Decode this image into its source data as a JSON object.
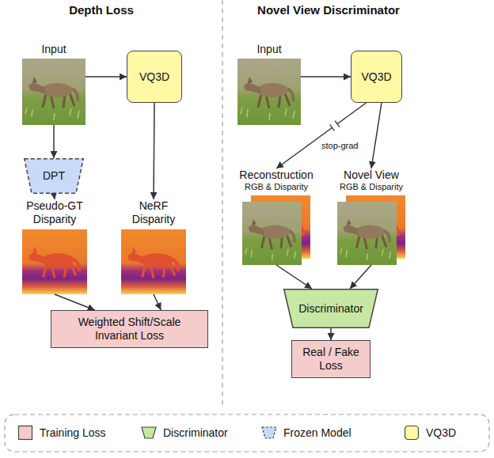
{
  "diagram": {
    "nodes": [
      {
        "text": [
          "Input"
        ]
      },
      {
        "text": [
          "VQ3D"
        ]
      },
      {
        "text": [
          "DPT"
        ]
      },
      {
        "text": [
          "Pseudo-GT Disparity"
        ]
      },
      {
        "text": [
          "NeRF Disparity"
        ]
      },
      {
        "text": [
          "Weighted Shift/Scale Invariant Loss"
        ]
      },
      {
        "text": [
          "Input"
        ]
      },
      {
        "text": [
          "VQ3D"
        ]
      },
      {
        "text": [
          "Reconstruction",
          "RGB & Disparity"
        ]
      },
      {
        "text": [
          "Novel View",
          "RGB & Disparity"
        ]
      },
      {
        "text": [
          "Discriminator"
        ]
      },
      {
        "text": [
          "Real / Fake Loss"
        ]
      }
    ],
    "edges": [
      {
        "from": 0,
        "to": 1,
        "arrow": "to"
      },
      {
        "from": 0,
        "to": 2,
        "arrow": "to"
      },
      {
        "from": 2,
        "to": 3,
        "arrow": "to"
      },
      {
        "from": 1,
        "to": 4,
        "arrow": "to"
      },
      {
        "from": 3,
        "to": 5,
        "arrow": "to"
      },
      {
        "from": 4,
        "to": 5,
        "arrow": "to"
      },
      {
        "from": 6,
        "to": 7,
        "arrow": "to"
      },
      {
        "from": 7,
        "to": 8,
        "label": "stop-grad",
        "arrow": "to"
      },
      {
        "from": 7,
        "to": 9,
        "arrow": "to"
      },
      {
        "from": 8,
        "to": 10,
        "arrow": "to"
      },
      {
        "from": 9,
        "to": 10,
        "arrow": "to"
      },
      {
        "from": 10,
        "to": 11,
        "arrow": "to"
      }
    ],
    "labels": [
      "Depth Loss",
      "Novel View Discriminator"
    ],
    "legend": [
      {
        "text": "Training Loss",
        "color": "#f4cccc"
      },
      {
        "text": "Discriminator"
      },
      {
        "text": "Frozen Model"
      },
      {
        "text": "VQ3D",
        "color": "#fff9a6"
      }
    ]
  }
}
